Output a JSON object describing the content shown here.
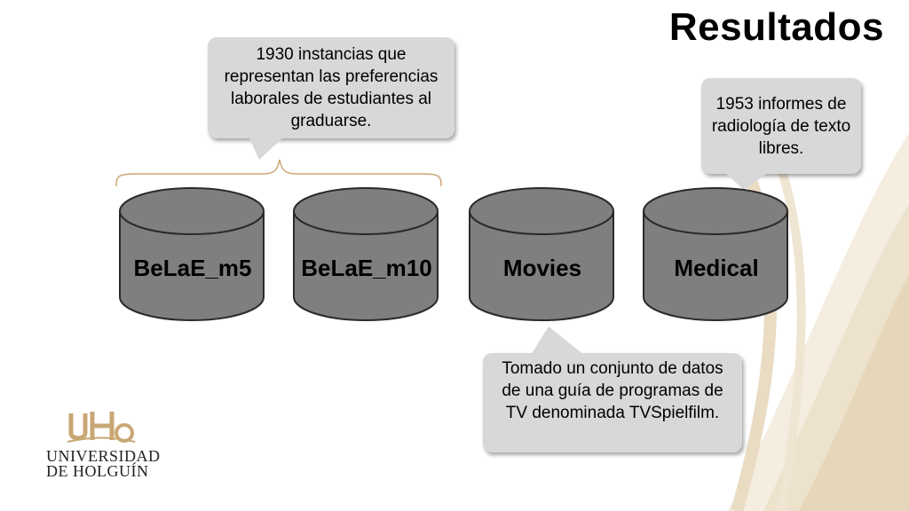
{
  "slide": {
    "title": "Resultados",
    "callouts": {
      "belae": "1930 instancias que representan las preferencias laborales de estudiantes al graduarse.",
      "medical": "1953 informes de radiología de texto libres.",
      "movies": "Tomado un conjunto de datos de una guía de programas de TV denominada TVSpielfilm."
    },
    "datasets": [
      "BeLaE_m5",
      "BeLaE_m10",
      "Movies",
      "Medical"
    ],
    "logo": {
      "line1": "UNIVERSIDAD",
      "line2": "DE HOLGUÍN"
    },
    "colors": {
      "cylinder": "#7f7f7f",
      "callout": "#d8d8d8",
      "accent": "#c9a774"
    }
  }
}
